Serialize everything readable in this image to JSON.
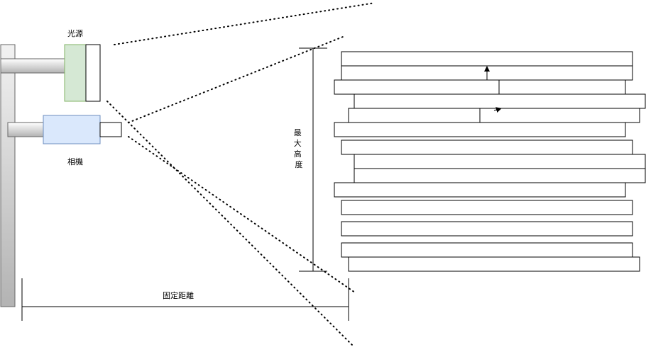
{
  "labels": {
    "light_source": "光源",
    "camera": "相機",
    "max_height": "最大高度",
    "fixed_distance": "固定距離"
  },
  "colors": {
    "light_source_fill": "#d5e8d4",
    "light_source_stroke": "#82b366",
    "camera_fill": "#dae8fc",
    "camera_stroke": "#6c8ebf",
    "stroke": "#000000",
    "pole_gradient_light": "#ffffff",
    "pole_gradient_dark": "#b3b3b3"
  }
}
